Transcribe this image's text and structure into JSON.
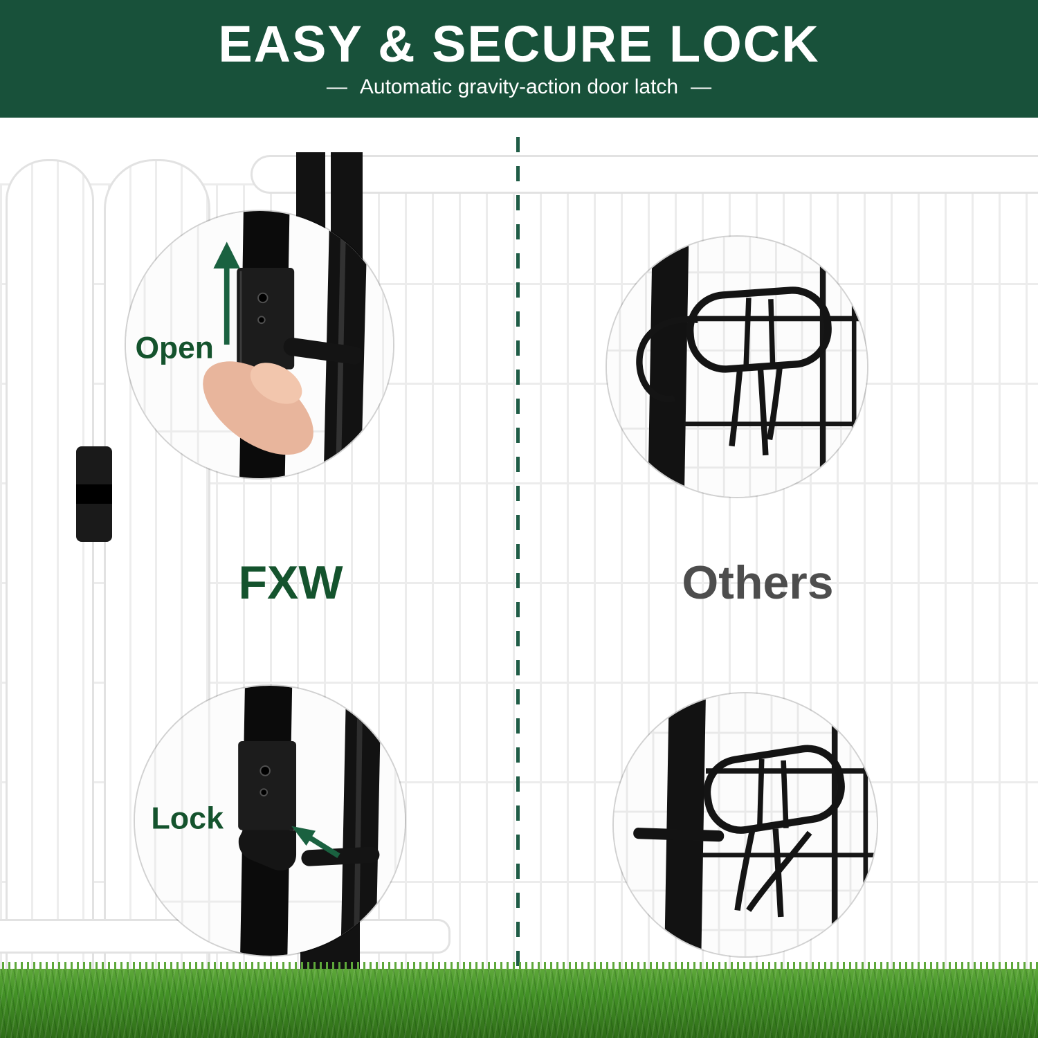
{
  "banner": {
    "title": "EASY & SECURE LOCK",
    "subtitle": "Automatic gravity-action door latch",
    "dash": "—"
  },
  "comparison": {
    "fxw": {
      "brand": "FXW",
      "open_label": "Open",
      "lock_label": "Lock"
    },
    "others": {
      "brand": "Others"
    }
  },
  "colors": {
    "banner_green": "#18513a",
    "brand_green": "#14532d",
    "annotation_green": "#14532d",
    "others_gray": "#4d4d4d",
    "arrow_green": "#1a6140",
    "divider_green": "#1f5c46",
    "grass_light": "#5ea83a",
    "grass_dark": "#2f6d18",
    "latch_black": "#121212",
    "fence_line": "#ececec",
    "skin": "#e8b59c"
  },
  "icons": {
    "up_arrow": "up-arrow",
    "up_left_arrow": "up-left-arrow"
  }
}
